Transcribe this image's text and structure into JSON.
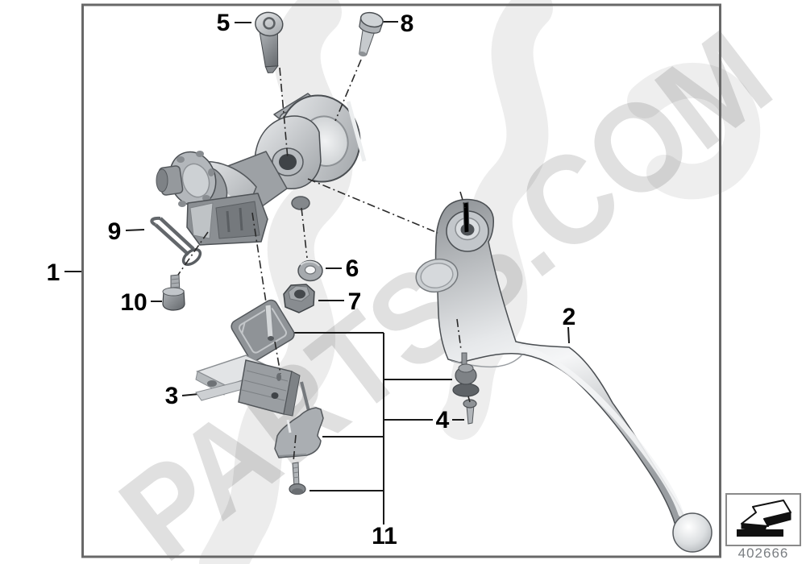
{
  "watermark": {
    "text": "PARTSS.COM",
    "color": "rgba(0,0,0,0.12)"
  },
  "callouts": [
    {
      "label": "1"
    },
    {
      "label": "2"
    },
    {
      "label": "3"
    },
    {
      "label": "4"
    },
    {
      "label": "5"
    },
    {
      "label": "6"
    },
    {
      "label": "7"
    },
    {
      "label": "8"
    },
    {
      "label": "9"
    },
    {
      "label": "10"
    },
    {
      "label": "11"
    }
  ],
  "stamp": {
    "code": "402666"
  },
  "colors": {
    "background": "#ffffff",
    "frame": "#686868",
    "leader_line": "#1a1a1a",
    "label_text": "#000000",
    "code_text": "#7a7e82",
    "metal_light": "#e8eaec",
    "metal_mid": "#aaaeb2",
    "metal_dark": "#63676b"
  }
}
